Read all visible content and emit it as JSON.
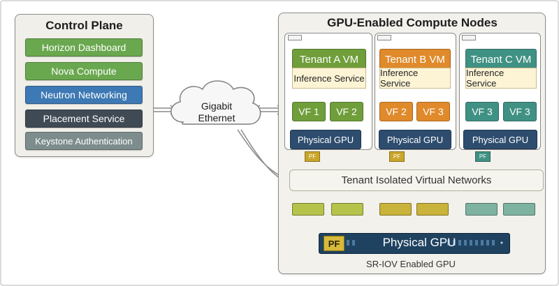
{
  "colors": {
    "green_service": "#6aa84f",
    "blue_service": "#3d79b4",
    "dark_service": "#3f4a55",
    "gray_service": "#7d8c8d",
    "tenant_a": "#6f9e3a",
    "tenant_b": "#e08a2b",
    "tenant_c": "#3f9183",
    "physical_gpu": "#2e4d6e",
    "pf_badge": "#c9a52a"
  },
  "control_plane": {
    "title": "Control Plane",
    "services": [
      {
        "label": "Horizon Dashboard",
        "color": "#6aa84f"
      },
      {
        "label": "Nova Compute",
        "color": "#6aa84f"
      },
      {
        "label": "Neutron Networking",
        "color": "#3d79b4"
      },
      {
        "label": "Placement Service",
        "color": "#3f4a55"
      },
      {
        "label": "Keystone Authentication",
        "color": "#7d8c8d"
      }
    ]
  },
  "network": {
    "label": "Gigabit Ethernet"
  },
  "compute": {
    "title": "GPU-Enabled Compute Nodes",
    "nodes": [
      {
        "vm_label": "Tenant A VM",
        "service_label": "Inference Service",
        "vf": [
          "VF 1",
          "VF 2"
        ],
        "gpu_label": "Physical GPU",
        "pf_label": "PF",
        "color": "#6f9e3a"
      },
      {
        "vm_label": "Tenant B VM",
        "service_label": "Inference Service",
        "vf": [
          "VF 2",
          "VF 3"
        ],
        "gpu_label": "Physical GPU",
        "pf_label": "PF",
        "color": "#e08a2b"
      },
      {
        "vm_label": "Tenant C VM",
        "service_label": "Inference Service",
        "vf": [
          "VF 3",
          "VF 3"
        ],
        "gpu_label": "Physical GPU",
        "pf_label": "PF",
        "color": "#3f9183"
      }
    ],
    "tenant_network_label": "Tenant Isolated Virtual Networks"
  },
  "sriov": {
    "pf_label": "PF",
    "gpu_label": "Physical GPU",
    "caption": "SR-IOV Enabled GPU"
  }
}
